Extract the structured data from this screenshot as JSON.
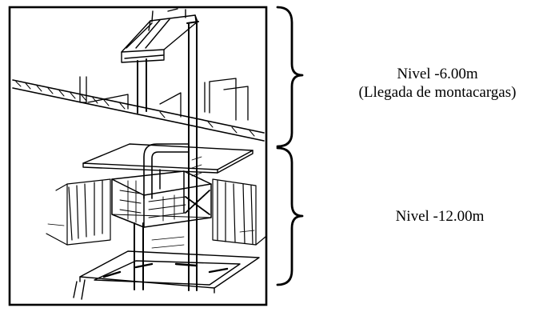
{
  "levels": [
    {
      "name": "Nivel -6.00m",
      "note": "(Llegada de montacargas)"
    },
    {
      "name": "Nivel -12.00m"
    }
  ],
  "colors": {
    "ink": "#000000",
    "background": "#ffffff"
  },
  "icons": {
    "bracket": "curly-brace-right"
  }
}
